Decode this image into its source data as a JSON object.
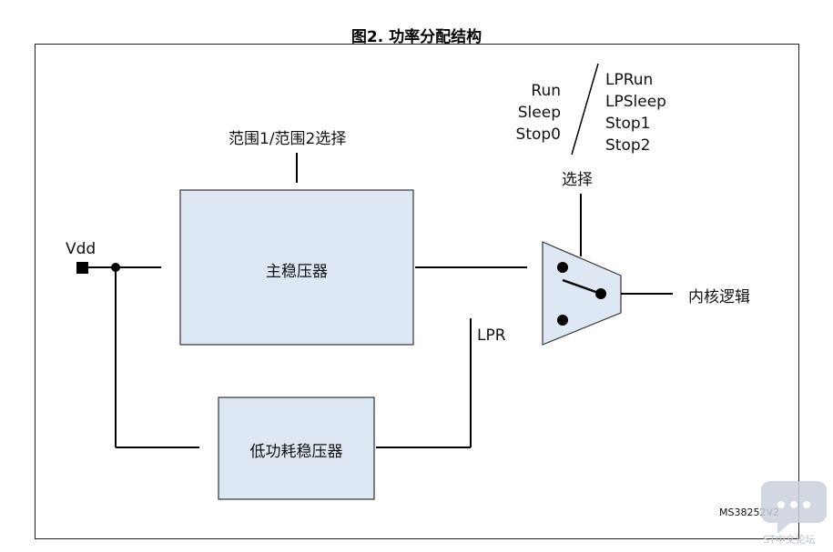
{
  "title": "图2. 功率分配结构",
  "labels": {
    "range_select": "范围1/范围2选择",
    "vdd": "Vdd",
    "main_regulator": "主稳压器",
    "low_power_regulator": "低功耗稳压器",
    "lpr": "LPR",
    "select": "选择",
    "core_logic": "内核逻辑",
    "ref": "MS38252V2"
  },
  "modes_left": [
    "Run",
    "Sleep",
    "Stop0"
  ],
  "modes_right": [
    "LPRun",
    "LPSleep",
    "Stop1",
    "Stop2"
  ],
  "watermark": {
    "text": "ST中文论坛",
    "icon": "chat-bubble-icon"
  },
  "colors": {
    "box_fill": "#dde8f4",
    "line": "#000000",
    "frame": "#222222"
  }
}
